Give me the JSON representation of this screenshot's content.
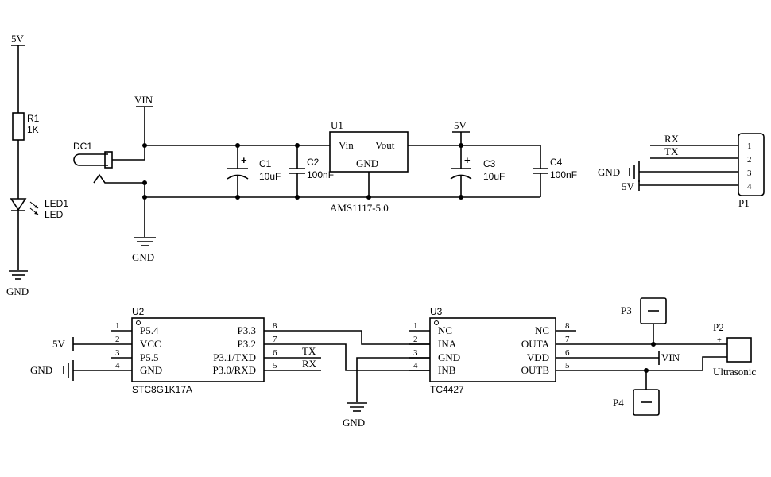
{
  "power": {
    "five_v_led": "5V",
    "vin": "VIN",
    "five_v_out": "5V",
    "gnd_led": "GND",
    "gnd_dc": "GND",
    "gnd_p1": "GND",
    "five_v_p1": "5V",
    "five_v_u2": "5V",
    "gnd_u2": "GND",
    "gnd_u3": "GND",
    "vin_p2": "VIN"
  },
  "r1": {
    "ref": "R1",
    "value": "1K"
  },
  "led1": {
    "ref": "LED1",
    "value": "LED"
  },
  "dc1": {
    "ref": "DC1"
  },
  "c1": {
    "ref": "C1",
    "value": "10uF"
  },
  "c2": {
    "ref": "C2",
    "value": "100nF"
  },
  "c3": {
    "ref": "C3",
    "value": "10uF"
  },
  "c4": {
    "ref": "C4",
    "value": "100nF"
  },
  "u1": {
    "ref": "U1",
    "part": "AMS1117-5.0",
    "vin": "Vin",
    "vout": "Vout",
    "gnd": "GND"
  },
  "p1": {
    "ref": "P1",
    "pins": [
      "1",
      "2",
      "3",
      "4"
    ],
    "rx": "RX",
    "tx": "TX"
  },
  "u2": {
    "ref": "U2",
    "part": "STC8G1K17A",
    "left_names": [
      "P5.4",
      "VCC",
      "P5.5",
      "GND"
    ],
    "left_nums": [
      "1",
      "2",
      "3",
      "4"
    ],
    "right_names": [
      "P3.3",
      "P3.2",
      "P3.1/TXD",
      "P3.0/RXD"
    ],
    "right_nums": [
      "8",
      "7",
      "6",
      "5"
    ],
    "tx": "TX",
    "rx": "RX"
  },
  "u3": {
    "ref": "U3",
    "part": "TC4427",
    "left_names": [
      "NC",
      "INA",
      "GND",
      "INB"
    ],
    "left_nums": [
      "1",
      "2",
      "3",
      "4"
    ],
    "right_names": [
      "NC",
      "OUTA",
      "VDD",
      "OUTB"
    ],
    "right_nums": [
      "8",
      "7",
      "6",
      "5"
    ]
  },
  "p2": {
    "ref": "P2",
    "label": "Ultrasonic",
    "plus": "+"
  },
  "p3": {
    "ref": "P3"
  },
  "p4": {
    "ref": "P4"
  }
}
